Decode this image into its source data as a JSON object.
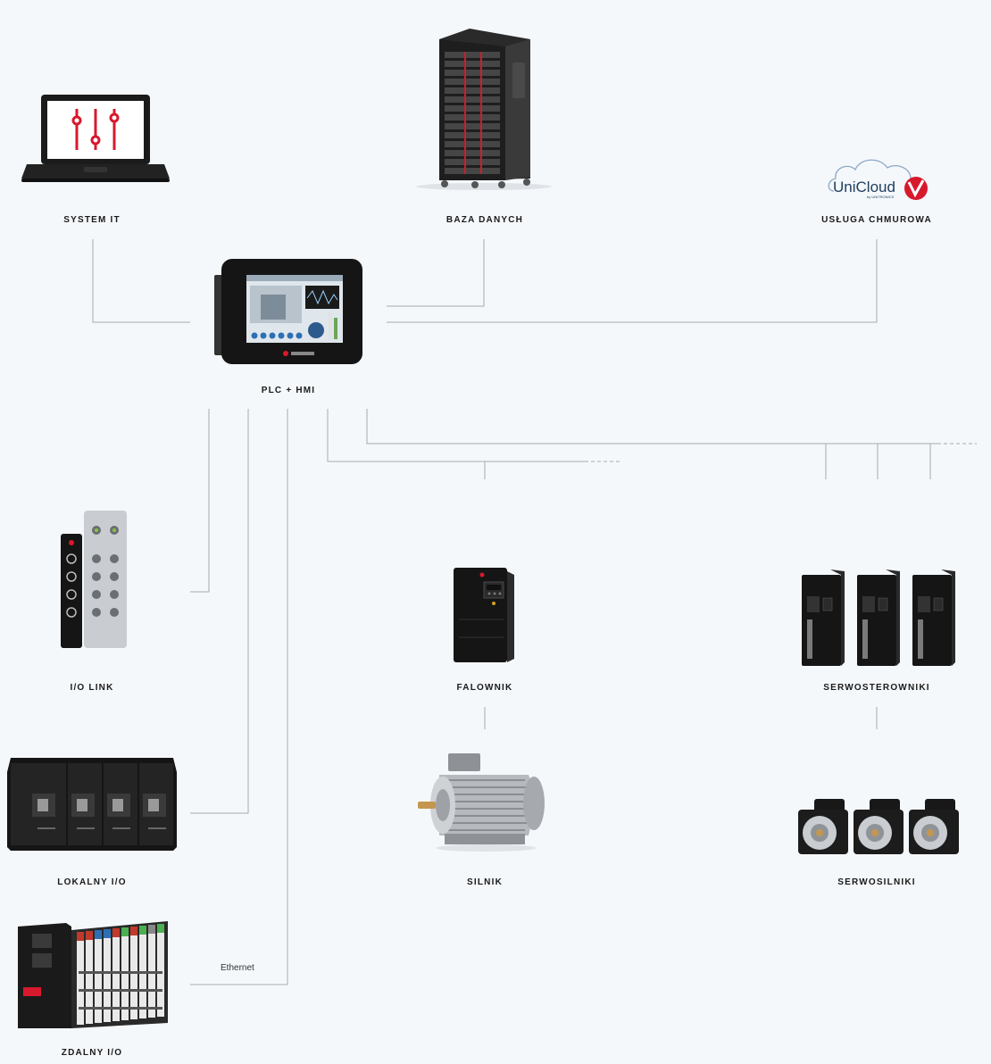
{
  "nodes": {
    "system_it": "SYSTEM IT",
    "baza_danych": "BAZA DANYCH",
    "usluga_chmurowa": "USŁUGA CHMUROWA",
    "plc_hmi": "PLC + HMI",
    "io_link": "I/O LINK",
    "falownik": "FALOWNIK",
    "serwosterowniki": "SERWOSTEROWNIKI",
    "lokalny_io": "LOKALNY I/O",
    "silnik": "SILNIK",
    "serwosilniki": "SERWOSILNIKI",
    "zdalny_io": "ZDALNY I/O"
  },
  "link_label": "Ethernet",
  "logo": {
    "uni": "Uni",
    "cloud": "Cloud",
    "by": "by UNITRONICS"
  },
  "colors": {
    "accent": "#d7192d",
    "line": "#a9a9a9",
    "device": "#1c1c1c",
    "bg": "#f5f8fb"
  }
}
